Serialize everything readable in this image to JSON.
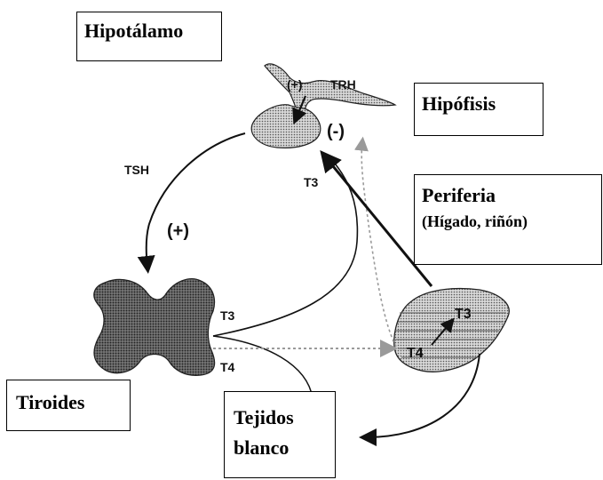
{
  "boxes": {
    "hipotalamo": "Hipotálamo",
    "hipofisis": "Hipófisis",
    "periferia_title": "Periferia",
    "periferia_sub": "(Hígado, riñón)",
    "tiroides": "Tiroides",
    "tejidos_line1": "Tejidos",
    "tejidos_line2": "blanco"
  },
  "labels": {
    "trh": "TRH",
    "tsh": "TSH",
    "plus_pituitary": "(+)",
    "plus_tsh": "(+)",
    "minus_feedback": "(-)",
    "t3_feedback": "T3",
    "t3_thyroid": "T3",
    "t4_thyroid": "T4",
    "t3_liver": "T3",
    "t4_liver": "T4"
  },
  "colors": {
    "ink": "#111111",
    "gland_fill": "#9a9a9a",
    "liver_fill": "#bdbdbd"
  }
}
